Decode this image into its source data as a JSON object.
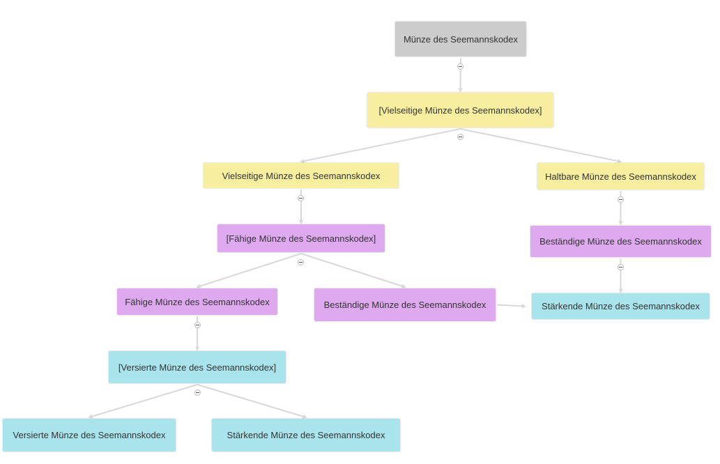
{
  "colors": {
    "root": "#cccccc",
    "level1": "#f8ee9f",
    "level2": "#dea9ef",
    "level3": "#a9e4ec",
    "edge": "#d8d8d8",
    "text": "#333333"
  },
  "nodes": [
    {
      "id": "n0",
      "label": "Münze des Seemannskodex",
      "level": "root"
    },
    {
      "id": "n1",
      "label": "[Vielseitige Münze des Seemannskodex]",
      "level": "level1"
    },
    {
      "id": "n2",
      "label": "Vielseitige Münze des Seemannskodex",
      "level": "level1"
    },
    {
      "id": "n3",
      "label": "Haltbare Münze des Seemannskodex",
      "level": "level1"
    },
    {
      "id": "n4",
      "label": "[Fähige Münze des Seemannskodex]",
      "level": "level2"
    },
    {
      "id": "n5",
      "label": "Beständige Münze des Seemannskodex",
      "level": "level2"
    },
    {
      "id": "n6",
      "label": "Fähige Münze des Seemannskodex",
      "level": "level2"
    },
    {
      "id": "n7",
      "label": "Beständige Münze des Seemannskodex",
      "level": "level2"
    },
    {
      "id": "n8",
      "label": "Stärkende Münze des Seemannskodex",
      "level": "level3"
    },
    {
      "id": "n9",
      "label": "[Versierte Münze des Seemannskodex]",
      "level": "level3"
    },
    {
      "id": "n10",
      "label": "Versierte Münze des Seemannskodex",
      "level": "level3"
    },
    {
      "id": "n11",
      "label": "Stärkende Münze des Seemannskodex",
      "level": "level3"
    }
  ],
  "edges": [
    {
      "from": "n0",
      "to": "n1"
    },
    {
      "from": "n1",
      "to": "n2"
    },
    {
      "from": "n1",
      "to": "n3"
    },
    {
      "from": "n2",
      "to": "n4"
    },
    {
      "from": "n3",
      "to": "n5"
    },
    {
      "from": "n4",
      "to": "n6"
    },
    {
      "from": "n4",
      "to": "n7"
    },
    {
      "from": "n5",
      "to": "n8"
    },
    {
      "from": "n7",
      "to": "n8"
    },
    {
      "from": "n6",
      "to": "n9"
    },
    {
      "from": "n9",
      "to": "n10"
    },
    {
      "from": "n9",
      "to": "n11"
    }
  ],
  "collapse_icon": "collapse-minus-icon"
}
